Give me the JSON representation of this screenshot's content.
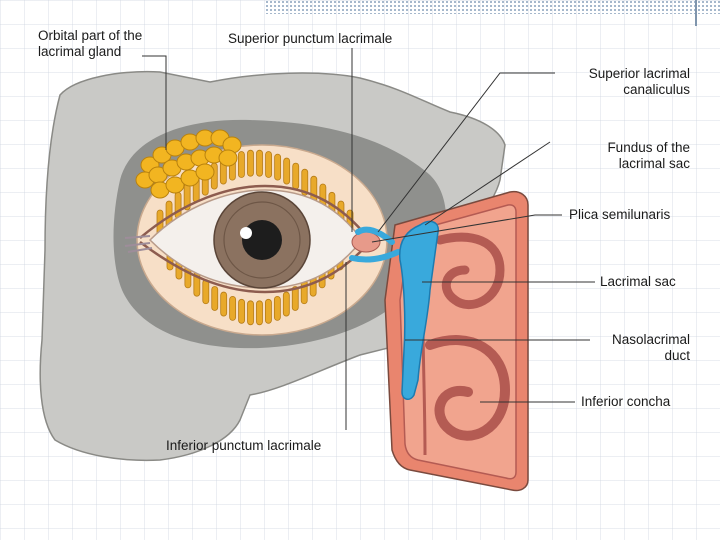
{
  "labels": {
    "orbital_gland": [
      "Orbital part of the",
      "lacrimal gland"
    ],
    "superior_punctum": "Superior punctum lacrimale",
    "superior_canaliculus": [
      "Superior lacrimal",
      "canaliculus"
    ],
    "fundus": [
      "Fundus of the",
      "lacrimal sac"
    ],
    "plica": "Plica semilunaris",
    "lacrimal_sac": "Lacrimal sac",
    "nasolacrimal_duct": [
      "Nasolacrimal",
      "duct"
    ],
    "inferior_concha": "Inferior concha",
    "inferior_punctum": "Inferior punctum lacrimale"
  },
  "colors": {
    "bone": "#c9c9c6",
    "orbit_shadow": "#8f908d",
    "lid_skin": "#f7dfc7",
    "gland": "#f2b521",
    "lashes": "#e8a92a",
    "iris": "#8b7260",
    "duct": "#39a9dc",
    "nasal_wall": "#e9856e",
    "nasal_dark": "#b45b53",
    "leader": "#333333"
  }
}
